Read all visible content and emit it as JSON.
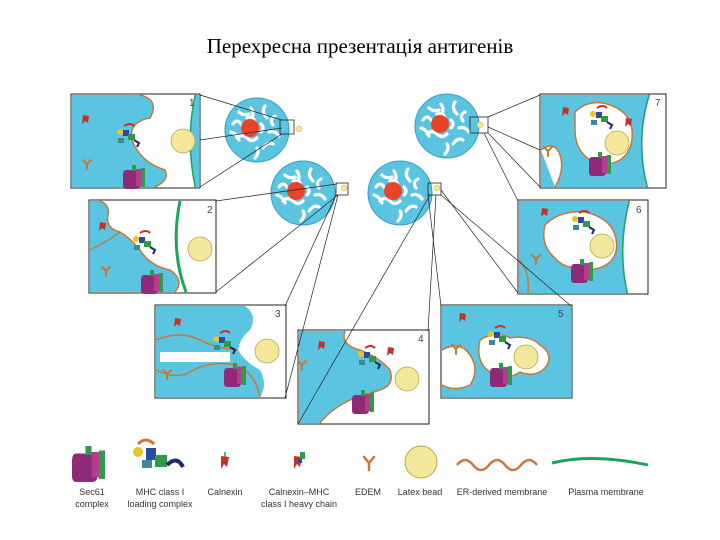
{
  "title": "Перехресна презентація антигенів",
  "colors": {
    "cytoplasm": "#5bc4e0",
    "er_membrane": "#c8783a",
    "plasma_membrane": "#1aa65a",
    "nucleus": "#e8442c",
    "latex_bead": "#f2e79a",
    "sec61": "#8e2a78",
    "mhc_green": "#2e9a4a",
    "mhc_blue": "#2a4aa8",
    "calnexin": "#c8302a",
    "edem": "#c8783a"
  },
  "panels": [
    {
      "number": "1"
    },
    {
      "number": "2"
    },
    {
      "number": "3"
    },
    {
      "number": "4"
    },
    {
      "number": "5"
    },
    {
      "number": "6"
    },
    {
      "number": "7"
    }
  ],
  "legend": [
    {
      "icon": "sec61-complex-icon",
      "label": "Sec61\ncomplex"
    },
    {
      "icon": "mhc-loading-complex-icon",
      "label": "MHC class I\nloading complex"
    },
    {
      "icon": "calnexin-icon",
      "label": "Calnexin"
    },
    {
      "icon": "calnexin-mhc-icon",
      "label": "Calnexin–MHC\nclass I heavy chain"
    },
    {
      "icon": "edem-icon",
      "label": "EDEM"
    },
    {
      "icon": "latex-bead-icon",
      "label": "Latex bead"
    },
    {
      "icon": "er-membrane-icon",
      "label": "ER-derived membrane"
    },
    {
      "icon": "plasma-membrane-icon",
      "label": "Plasma membrane"
    }
  ]
}
